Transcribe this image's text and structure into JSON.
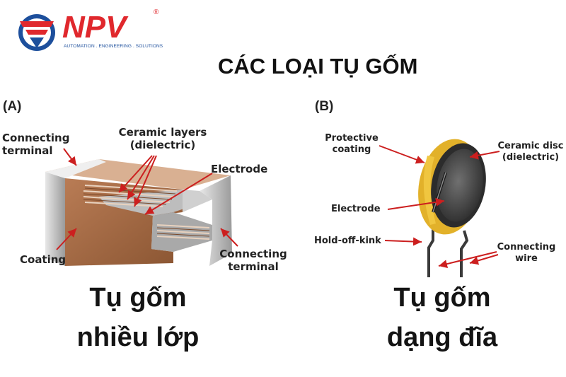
{
  "header": {
    "logo_text": "NPV",
    "logo_registered": "®",
    "logo_tagline": "AUTOMATION . ENGINEERING . SOLUTIONS",
    "title": "CÁC LOẠI TỤ GỐM"
  },
  "panel_a": {
    "label": "(A)",
    "callouts": {
      "connecting_terminal_top": "Connecting\nterminal",
      "ceramic_layers": "Ceramic layers\n(dielectric)",
      "electrode": "Electrode",
      "coating": "Coating",
      "connecting_terminal_bottom": "Connecting\nterminal"
    },
    "caption_line1": "Tụ gốm",
    "caption_line2": "nhiều lớp"
  },
  "panel_b": {
    "label": "(B)",
    "callouts": {
      "protective_coating": "Protective\ncoating",
      "ceramic_disc": "Ceramic disc\n(dielectric)",
      "electrode": "Electrode",
      "hold_off_kink": "Hold-off-kink",
      "connecting_wire": "Connecting\nwire"
    },
    "caption_line1": "Tụ gốm",
    "caption_line2": "dạng đĩa"
  },
  "colors": {
    "brand_red": "#e0282d",
    "brand_blue": "#1d4f9c",
    "arrow_red": "#cc1f1f",
    "ceramic_brown": "#a36a45",
    "terminal_gray": "#c8c8c8",
    "disc_yellow": "#e2b12a"
  }
}
